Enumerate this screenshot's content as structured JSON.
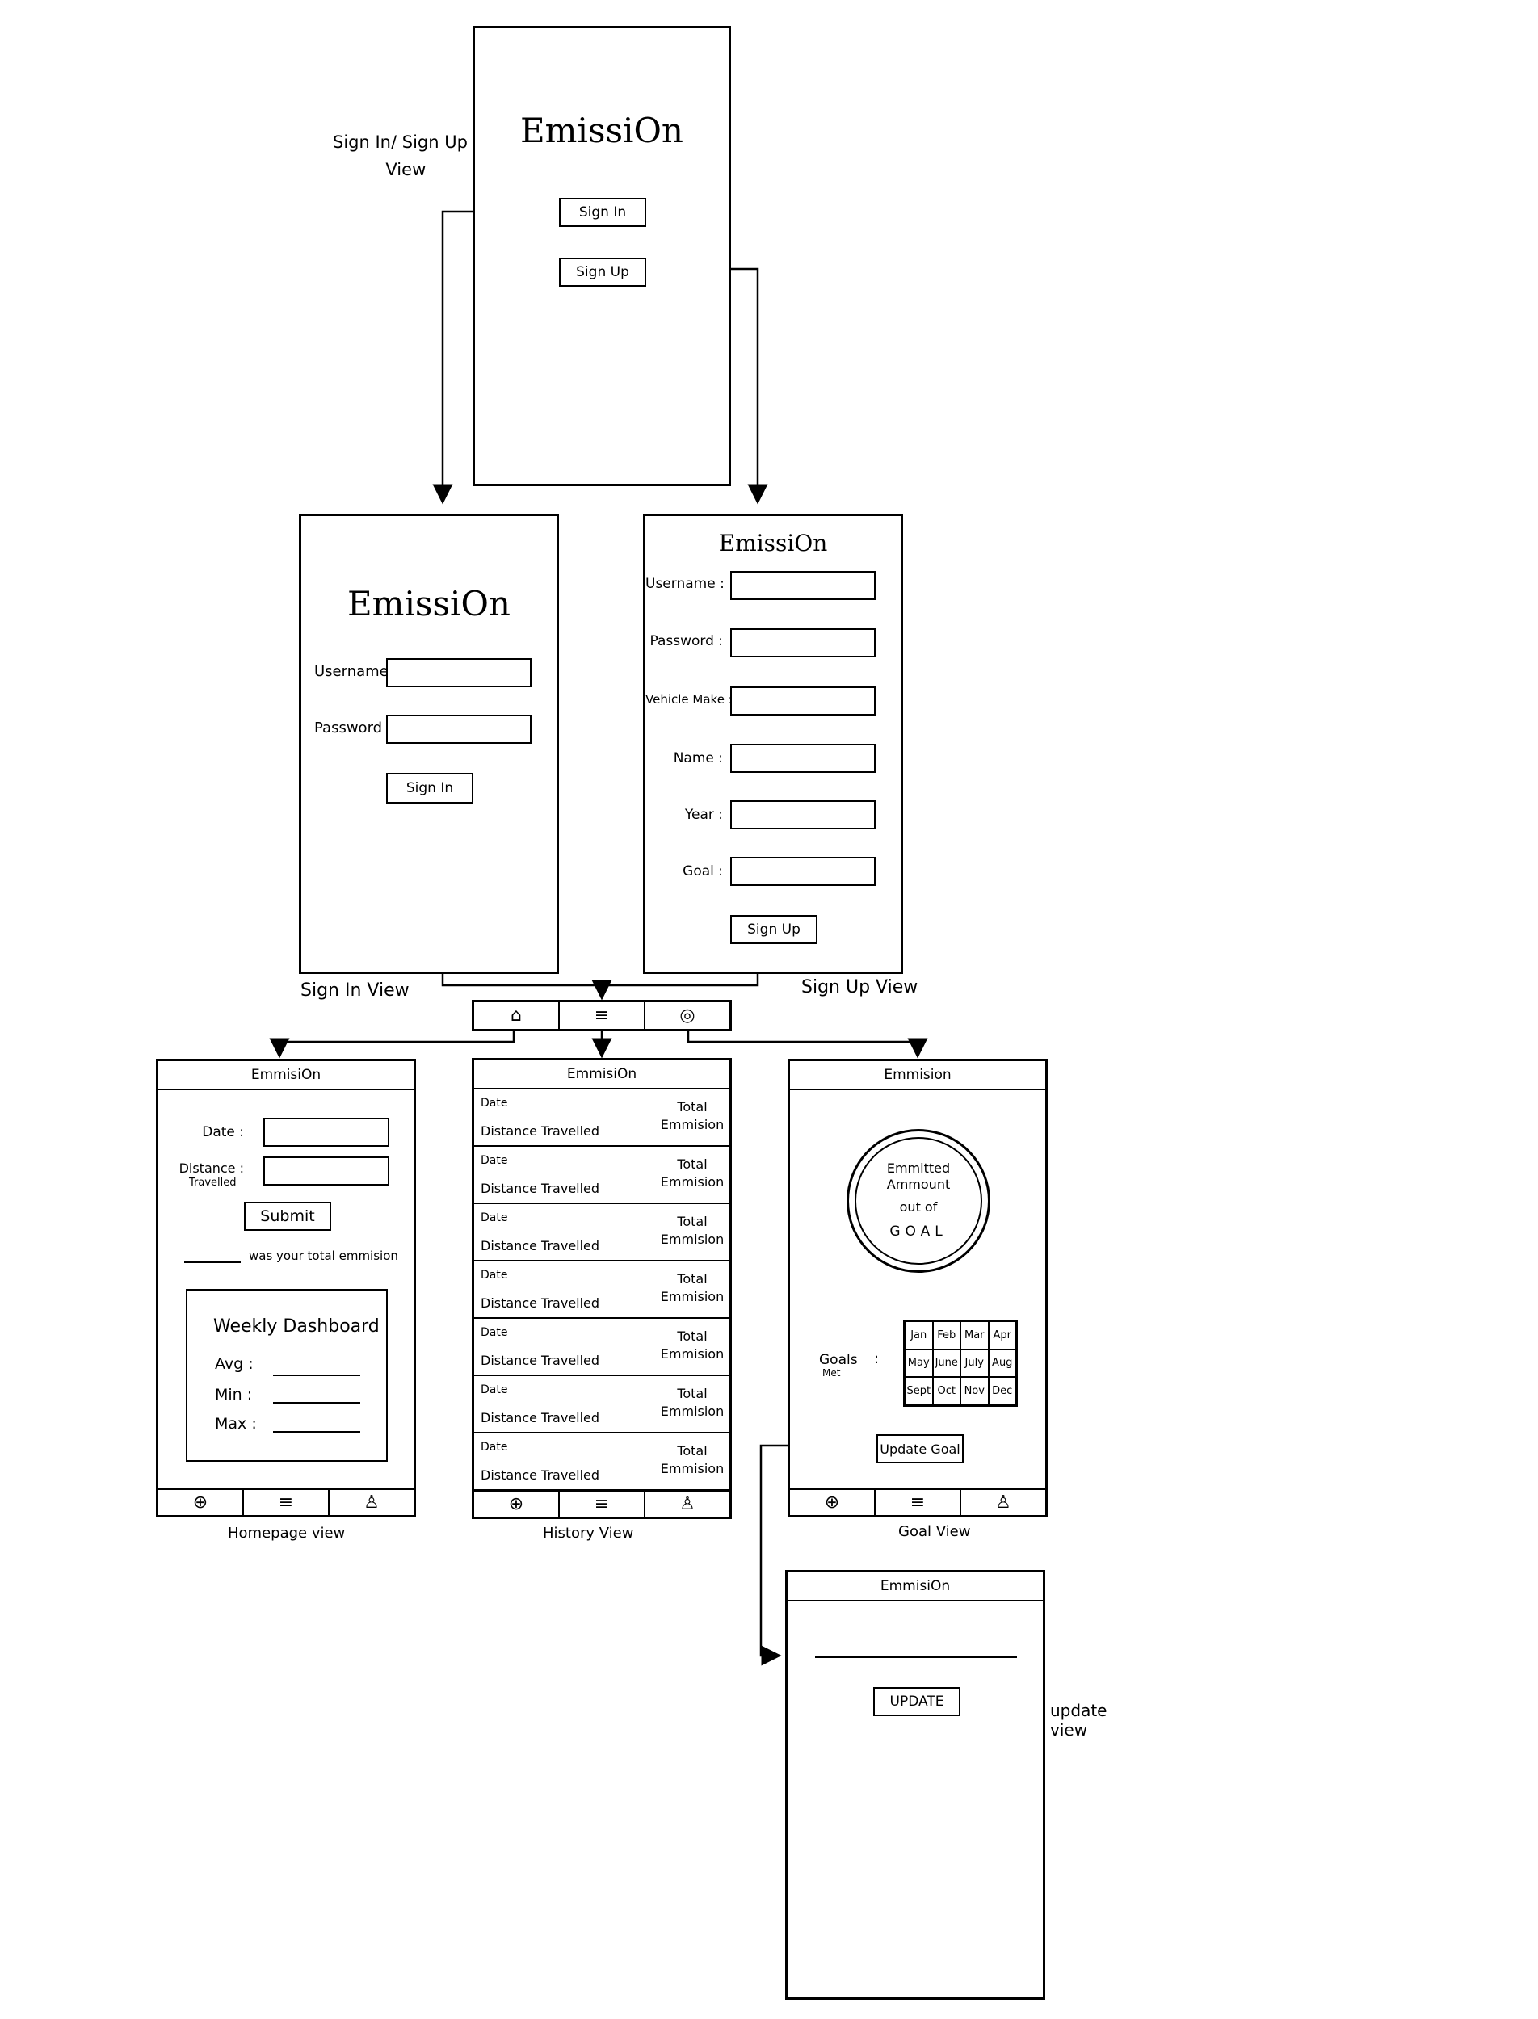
{
  "labels": {
    "entry_view": "Sign In/ Sign Up :\nView",
    "signin_view": "Sign In View",
    "signup_view": "Sign Up View",
    "homepage_view": "Homepage view",
    "history_view": "History View",
    "goal_view": "Goal View",
    "update_view": "update\nview"
  },
  "entry_screen": {
    "title": "EmissiOn",
    "signin_button": "Sign In",
    "signup_button": "Sign Up"
  },
  "signin_screen": {
    "title": "EmissiOn",
    "username_label": "Username :",
    "password_label": "Password :",
    "signin_button": "Sign In"
  },
  "signup_screen": {
    "title": "EmissiOn",
    "username_label": "Username :",
    "password_label": "Password :",
    "vehicle_label": "Vehicle Make :",
    "name_label": "Name :",
    "year_label": "Year :",
    "goal_label": "Goal :",
    "signup_button": "Sign Up"
  },
  "nav_icons": [
    "home-icon",
    "menu-icon",
    "target-icon"
  ],
  "bottom_icons": [
    "plus-circle-icon",
    "menu-icon",
    "person-icon"
  ],
  "glyphs": {
    "home": "⌂",
    "menu": "≡",
    "target": "◎",
    "plus": "⊕",
    "person": "♙"
  },
  "homepage_screen": {
    "header": "EmmisiOn",
    "date_label": "Date :",
    "distance_label": "Distance :",
    "distance_sub": "Travelled",
    "submit_button": "Submit",
    "total_text": "was your total emmision",
    "dashboard": {
      "title": "Weekly Dashboard",
      "avg_label": "Avg :",
      "min_label": "Min :",
      "max_label": "Max :"
    }
  },
  "history_screen": {
    "header": "EmmisiOn",
    "rows": [
      {
        "date": "Date",
        "distance": "Distance Travelled",
        "total": "Total",
        "emission": "Emmision"
      },
      {
        "date": "Date",
        "distance": "Distance Travelled",
        "total": "Total",
        "emission": "Emmision"
      },
      {
        "date": "Date",
        "distance": "Distance Travelled",
        "total": "Total",
        "emission": "Emmision"
      },
      {
        "date": "Date",
        "distance": "Distance Travelled",
        "total": "Total",
        "emission": "Emmision"
      },
      {
        "date": "Date",
        "distance": "Distance Travelled",
        "total": "Total",
        "emission": "Emmision"
      },
      {
        "date": "Date",
        "distance": "Distance Travelled",
        "total": "Total",
        "emission": "Emmision"
      },
      {
        "date": "Date",
        "distance": "Distance Travelled",
        "total": "Total",
        "emission": "Emmision"
      }
    ]
  },
  "goal_screen": {
    "header": "Emmision",
    "circle_line1": "Emmitted",
    "circle_line2": "Ammount",
    "circle_line3": "out of",
    "circle_line4": "GOAL",
    "goals_met_label": "Goals",
    "goals_met_sub": "Met",
    "goals_met_colon": ":",
    "months": [
      "Jan",
      "Feb",
      "Mar",
      "Apr",
      "May",
      "June",
      "July",
      "Aug",
      "Sept",
      "Oct",
      "Nov",
      "Dec"
    ],
    "update_goal_button": "Update Goal"
  },
  "update_screen": {
    "header": "EmmisiOn",
    "update_button": "UPDATE"
  }
}
